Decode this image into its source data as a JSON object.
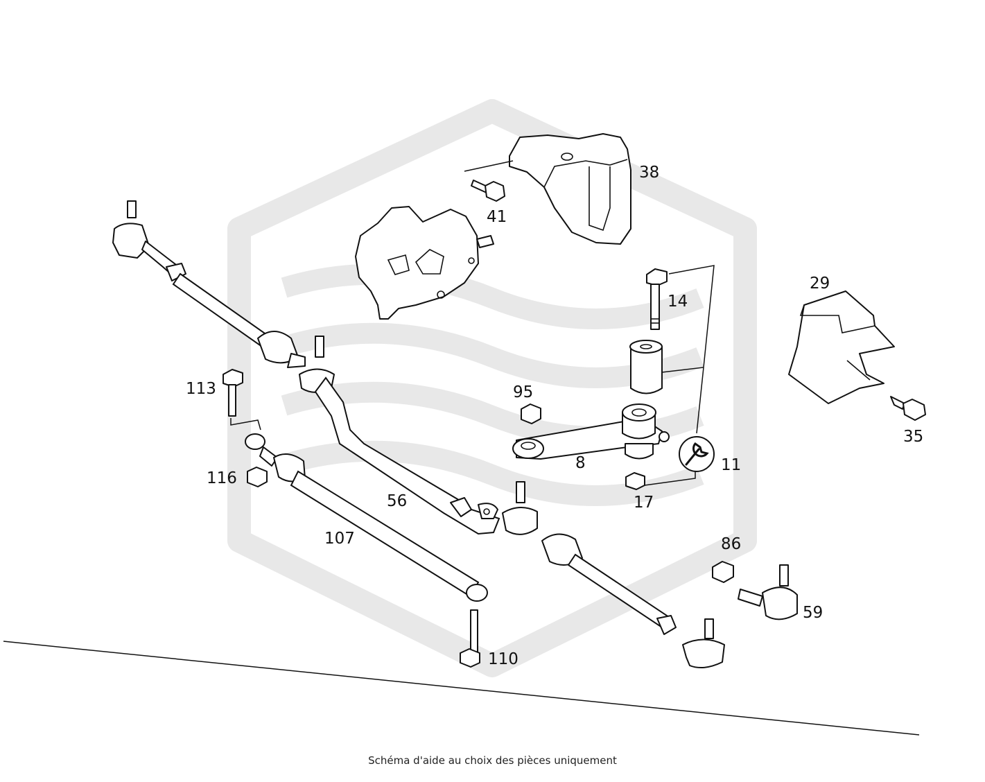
{
  "diagram": {
    "part_labels": {
      "p38": "38",
      "p41": "41",
      "p14": "14",
      "p29": "29",
      "p35": "35",
      "p95": "95",
      "p8": "8",
      "p11": "11",
      "p17": "17",
      "p113": "113",
      "p116": "116",
      "p56": "56",
      "p107": "107",
      "p86": "86",
      "p59": "59",
      "p110": "110"
    },
    "watermark_color": "#e6e6e6",
    "line_color": "#111111"
  },
  "footer": {
    "caption": "Schéma d'aide au choix des pièces uniquement"
  }
}
